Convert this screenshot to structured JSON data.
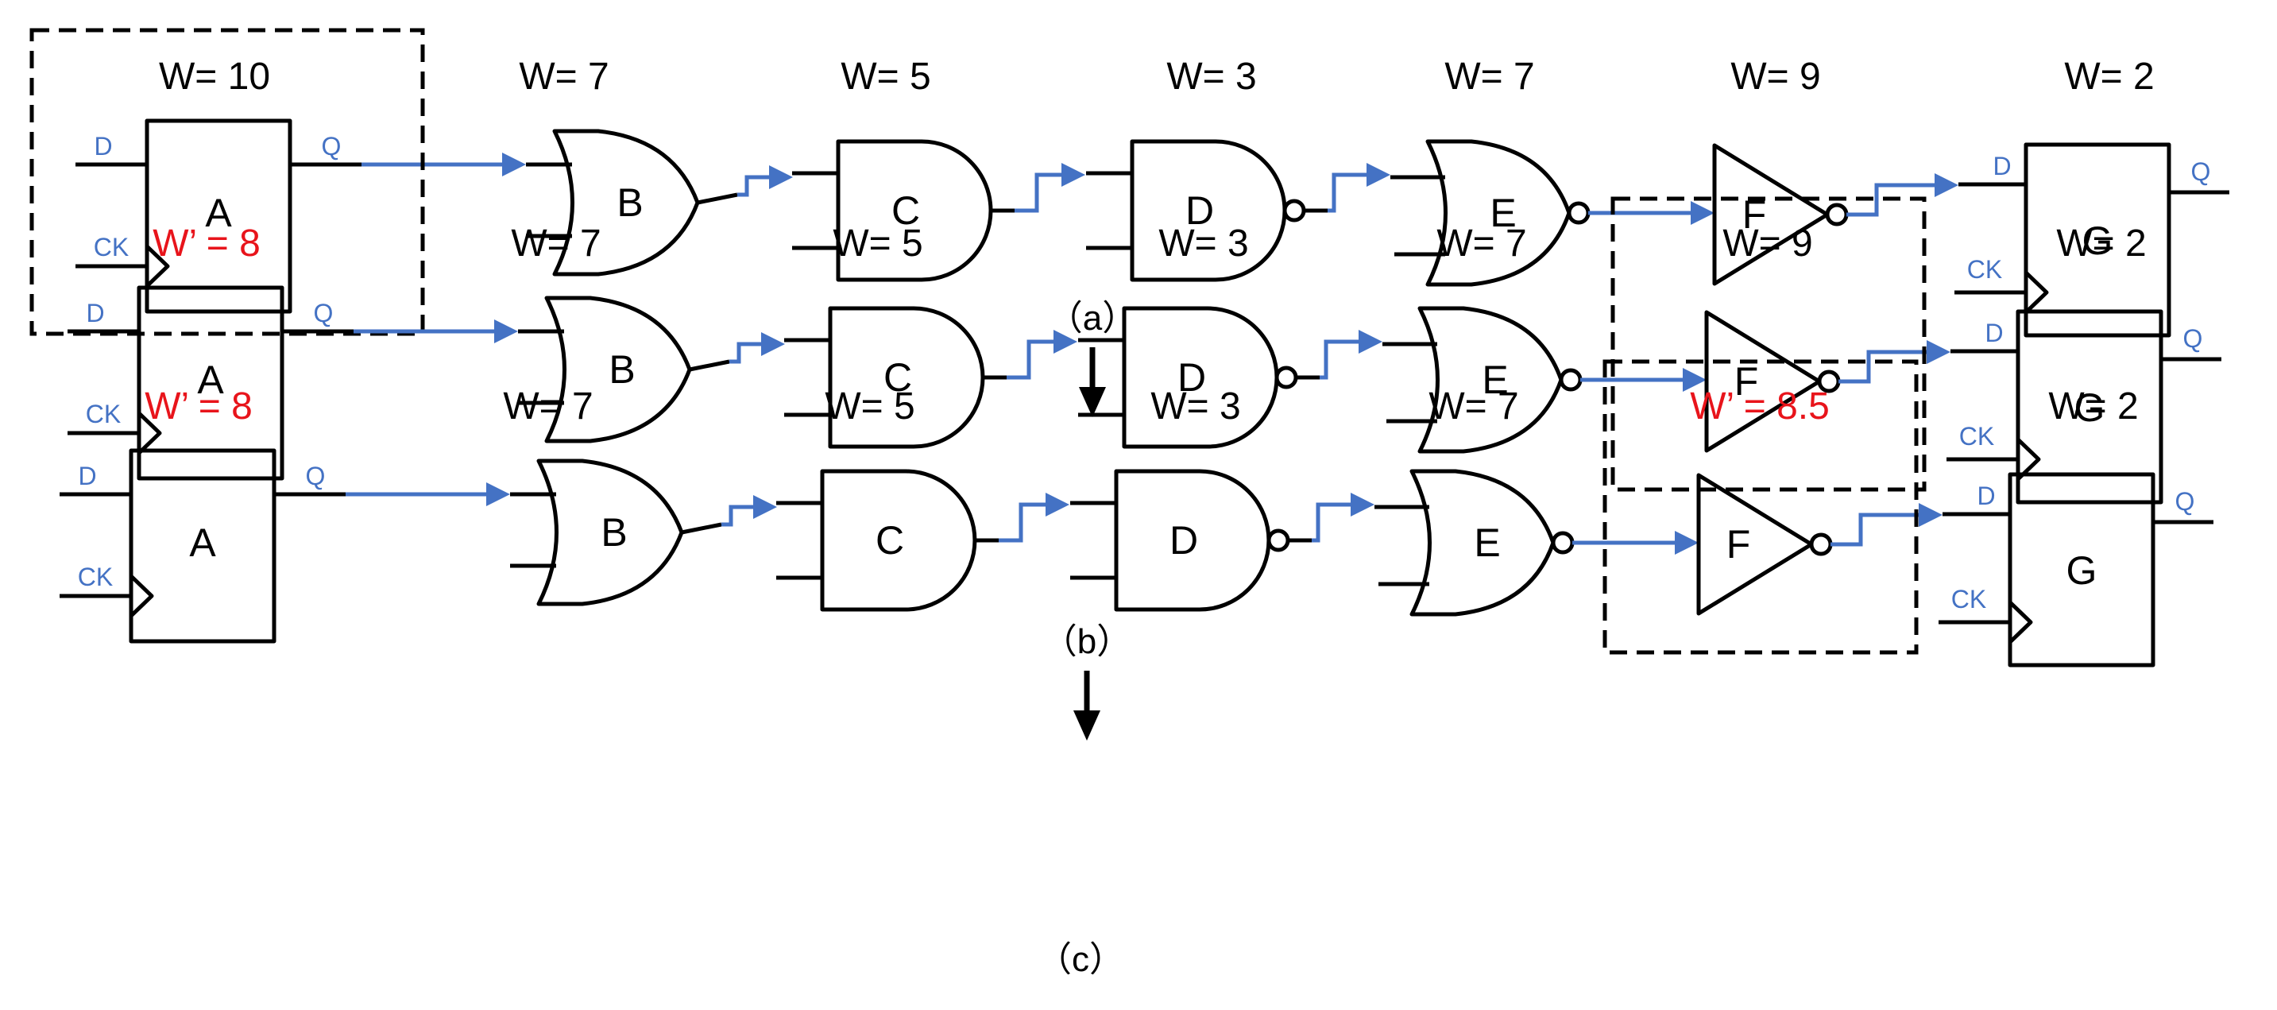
{
  "colors": {
    "ink": "#000000",
    "wire": "#4472C4",
    "highlight": "#E8141B",
    "pin": "#4472C4"
  },
  "rows": [
    {
      "caption": "（a）",
      "weights": [
        "W= 10",
        "W= 7",
        "W= 5",
        "W= 3",
        "W= 7",
        "W= 9",
        "W= 2"
      ],
      "weight_colors": [
        "ink",
        "ink",
        "ink",
        "ink",
        "ink",
        "ink",
        "ink"
      ],
      "gates": [
        "A",
        "B",
        "C",
        "D",
        "E",
        "F",
        "G"
      ],
      "pins": {
        "d": "D",
        "ck": "CK",
        "q": "Q"
      },
      "dashed_box": "A",
      "arrow_below": true
    },
    {
      "caption": "（b）",
      "weights": [
        "W’ = 8",
        "W= 7",
        "W= 5",
        "W= 3",
        "W= 7",
        "W= 9",
        "W= 2"
      ],
      "weight_colors": [
        "highlight",
        "ink",
        "ink",
        "ink",
        "ink",
        "ink",
        "ink"
      ],
      "gates": [
        "A",
        "B",
        "C",
        "D",
        "E",
        "F",
        "G"
      ],
      "pins": {
        "d": "D",
        "ck": "CK",
        "q": "Q"
      },
      "dashed_box": "F",
      "arrow_below": true
    },
    {
      "caption": "（c）",
      "weights": [
        "W’ = 8",
        "W= 7",
        "W= 5",
        "W= 3",
        "W= 7",
        "W’ = 8.5",
        "W= 2"
      ],
      "weight_colors": [
        "highlight",
        "ink",
        "ink",
        "ink",
        "ink",
        "highlight",
        "ink"
      ],
      "gates": [
        "A",
        "B",
        "C",
        "D",
        "E",
        "F",
        "G"
      ],
      "pins": {
        "d": "D",
        "ck": "CK",
        "q": "Q"
      },
      "dashed_box": "F",
      "arrow_below": false
    }
  ]
}
